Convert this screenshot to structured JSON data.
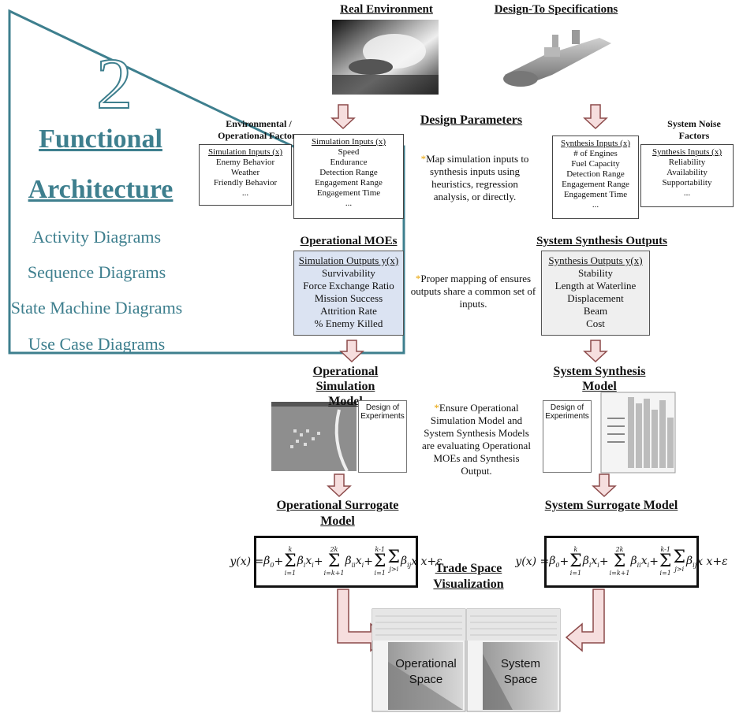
{
  "colors": {
    "teal": "#3e7f8e",
    "arrow_fill": "#f6dede",
    "arrow_stroke": "#8c4a4a",
    "box_blue": "#dbe3f2",
    "box_gray": "#efefef"
  },
  "sidebar": {
    "number": "2",
    "title_line1": "Functional",
    "title_line2": "Architecture",
    "items": [
      "Activity Diagrams",
      "Sequence Diagrams",
      "State Machine Diagrams",
      "Use Case Diagrams"
    ]
  },
  "headers": {
    "real_environment": "Real Environment",
    "design_to_specs": "Design-To Specifications",
    "env_factors": "Environmental / Operational Factors",
    "design_parameters": "Design Parameters",
    "system_noise": "System Noise Factors",
    "operational_moes": "Operational MOEs",
    "system_synthesis_outputs": "System Synthesis Outputs",
    "op_sim_model": "Operational Simulation Model",
    "sys_synth_model": "System Synthesis Model",
    "op_surrogate": "Operational Surrogate Model",
    "sys_surrogate": "System Surrogate Model",
    "trade_space": "Trade Space Visualization"
  },
  "boxes": {
    "env_inputs": {
      "title": "Simulation Inputs (x)",
      "items": [
        "Enemy Behavior",
        "Weather",
        "Friendly Behavior",
        "..."
      ]
    },
    "sim_inputs": {
      "title": "Simulation Inputs (x)",
      "items": [
        "Speed",
        "Endurance",
        "Detection Range",
        "Engagement Range",
        "Engagement Time",
        "..."
      ]
    },
    "synth_inputs": {
      "title": "Synthesis Inputs (x)",
      "items": [
        "# of Engines",
        "Fuel Capacity",
        "Detection Range",
        "Engagement Range",
        "Engagement Time",
        "..."
      ]
    },
    "noise_inputs": {
      "title": "Synthesis Inputs (x)",
      "items": [
        "Reliability",
        "Availability",
        "Supportability",
        "..."
      ]
    },
    "sim_outputs": {
      "title": "Simulation Outputs y(x)",
      "items": [
        "Survivability",
        "Force Exchange Ratio",
        "Mission Success",
        "Attrition Rate",
        "% Enemy Killed"
      ]
    },
    "synth_outputs": {
      "title": "Synthesis Outputs y(x)",
      "items": [
        "Stability",
        "Length at Waterline",
        "Displacement",
        "Beam",
        "Cost"
      ]
    }
  },
  "notes": {
    "star": "*",
    "map_inputs": "Map simulation inputs to synthesis inputs using heuristics, regression analysis, or directly.",
    "proper_mapping": "Proper mapping of ensures outputs share a common set of inputs.",
    "ensure_models": "Ensure Operational Simulation Model and System Synthesis Models are evaluating Operational MOEs and Synthesis Output."
  },
  "doe_label": "Design of Experiments",
  "equation": {
    "lhs": "y(x) =",
    "term0": "β",
    "sum1": "Σ",
    "sum1_top": "k",
    "sum1_bot": "i=1",
    "term1": "β",
    "term1_var": "x",
    "plus": "+",
    "sum2": "Σ",
    "sum2_top": "2k",
    "sum2_bot": "i=k+1",
    "term2": "β",
    "term2_var": "x",
    "sum3a": "Σ",
    "sum3a_top": "k-1",
    "sum3a_bot": "i=1",
    "sum3b": "Σ",
    "sum3b_bot": "j>i",
    "term3": "β",
    "term3_var": "x x",
    "eps": "ε"
  },
  "spaces": {
    "operational": "Operational Space",
    "system": "System Space"
  }
}
